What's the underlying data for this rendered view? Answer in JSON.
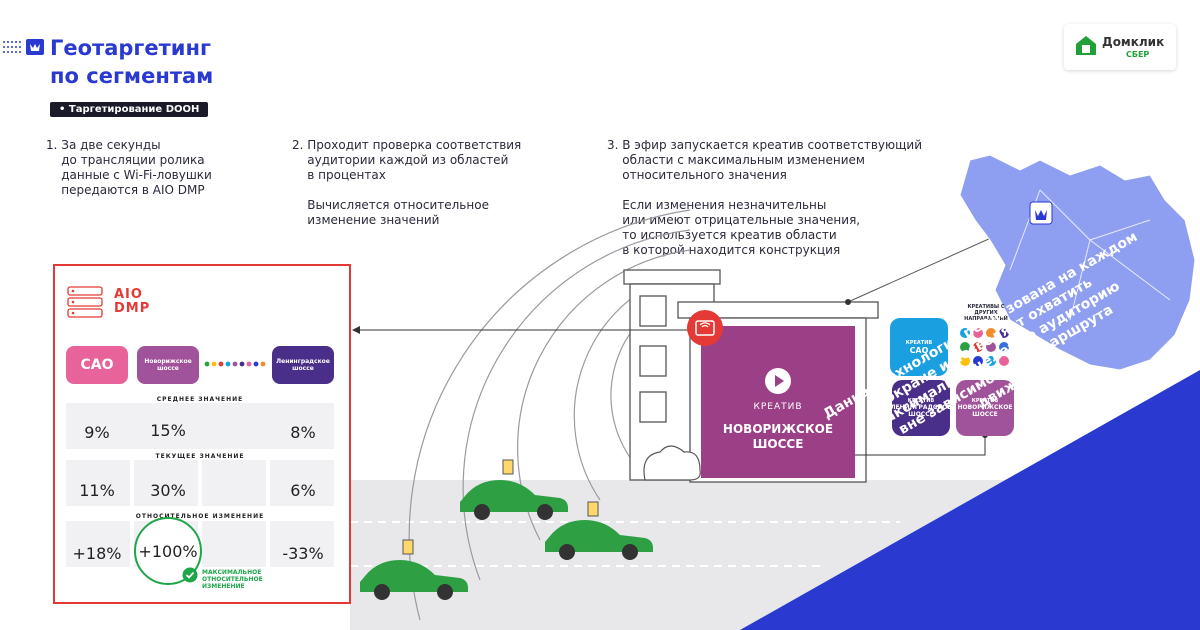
{
  "header": {
    "title_line1": "Геотаргетинг",
    "title_line2": "по сегментам",
    "tag": "• Таргетирование DOOH"
  },
  "logo": {
    "name": "Домклик",
    "sub": "СБЕР"
  },
  "steps": [
    "1. За две секунды\n    до трансляции ролика\n    данные с Wi-Fi-ловушки\n    передаются в AIO DMP",
    "2. Проходит проверка соответствия\n    аудитории каждой из областей\n    в процентах\n\n    Вычисляется относительное\n    изменение значений",
    "3. В эфир запускается креатив соответствующий\n    области с максимальным изменением\n    относительного значения\n\n    Если изменения незначительны\n    или имеют отрицательные значения,\n    то используется креатив области\n    в которой находится конструкция"
  ],
  "dmp": {
    "title_line1": "AIO",
    "title_line2": "DMP",
    "segments": [
      "САО",
      "Новорижское шоссе",
      "Ленинградское шоссе"
    ],
    "rows": [
      {
        "label": "СРЕДНЕЕ ЗНАЧЕНИЕ",
        "values": [
          "9%",
          "15%",
          "8%"
        ]
      },
      {
        "label": "ТЕКУЩЕЕ ЗНАЧЕНИЕ",
        "values": [
          "11%",
          "30%",
          "6%"
        ]
      },
      {
        "label": "ОТНОСИТЕЛЬНОЕ ИЗМЕНЕНИЕ",
        "values": [
          "+18%",
          "+100%",
          "-33%"
        ]
      }
    ],
    "max_note": "МАКСИМАЛЬНОЕ ОТНОСИТЕЛЬНОЕ ИЗМЕНЕНИЕ"
  },
  "billboard": {
    "kicker": "КРЕАТИВ",
    "line1": "НОВОРИЖСКОЕ",
    "line2": "ШОССЕ"
  },
  "creatives": {
    "other_label": "КРЕАТИВЫ С ДРУГИХ НАПРАВЛЕНИЙ",
    "tiles": [
      {
        "kicker": "КРЕАТИВ",
        "name": "САО"
      },
      {
        "kicker": "КРЕАТИВ",
        "name": "ЛЕНИНГРАДСКОЕ ШОССЕ"
      },
      {
        "kicker": "КРЕАТИВ",
        "name": "НОВОРИЖСКОЕ ШОССЕ"
      }
    ]
  },
  "banner_text": "Данная технология реализована на каждом\nэкране и позволяет охватить\nмаксимально целевую аудиторию\nвне зависимости от маршрута\nдвижения",
  "colors": {
    "accent_blue": "#2a3ad0",
    "sao": "#e8639a",
    "novorizhskoe": "#a0539a",
    "leningradskoe": "#4a2f8a",
    "sao_tile": "#1aa0e0",
    "dmp_red": "#e53935",
    "check_green": "#1fa64a",
    "car_green": "#2ea043",
    "map_blue": "#8e9ef0"
  }
}
